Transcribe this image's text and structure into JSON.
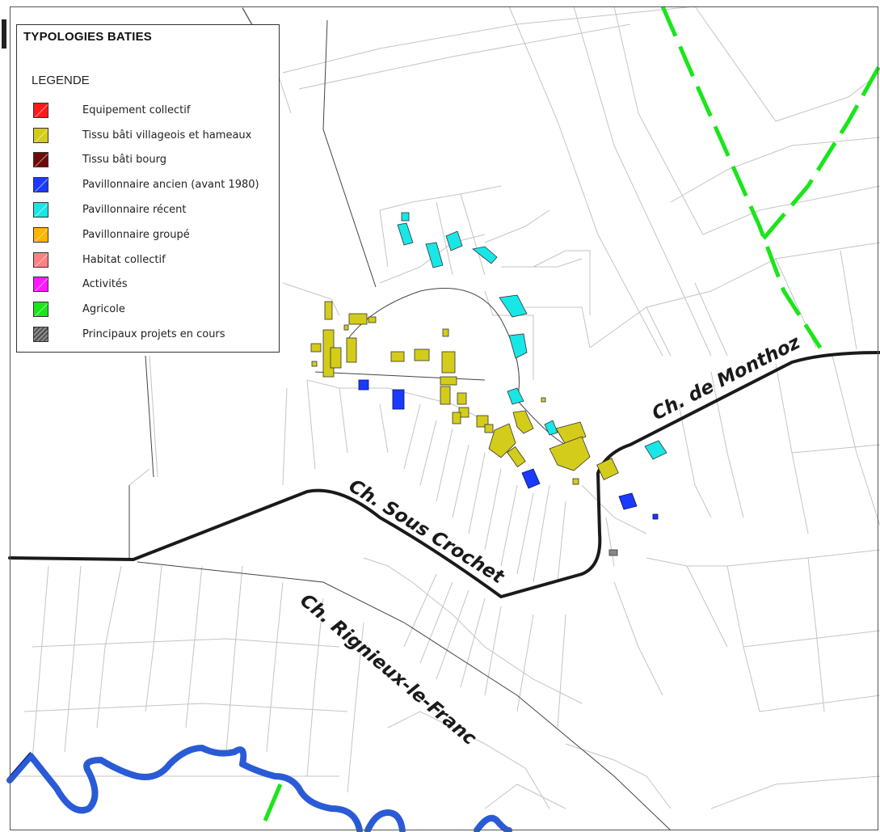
{
  "legend": {
    "title": "TYPOLOGIES BATIES",
    "subtitle": "LEGENDE",
    "items": [
      {
        "label": "Equipement collectif",
        "color": "#ff1a1a"
      },
      {
        "label": "Tissu bâti villageois et hameaux",
        "color": "#d4cc1a"
      },
      {
        "label": "Tissu bâti bourg",
        "color": "#6e0a0a"
      },
      {
        "label": "Pavillonnaire ancien (avant 1980)",
        "color": "#1a3aff"
      },
      {
        "label": "Pavillonnaire récent",
        "color": "#19e6e6"
      },
      {
        "label": "Pavillonnaire groupé",
        "color": "#ffb400"
      },
      {
        "label": "Habitat collectif",
        "color": "#ff8080"
      },
      {
        "label": "Activités",
        "color": "#ff19ff"
      },
      {
        "label": "Agricole",
        "color": "#19e619"
      },
      {
        "label": "Principaux projets en cours",
        "color": "#888888"
      }
    ]
  },
  "roads": {
    "monthoz": "Ch. de Monthoz",
    "sous_crochet": "Ch. Sous Crochet",
    "rignieux": "Ch. Rignieux-le-Franc"
  },
  "colors": {
    "road": "#1a1a1a",
    "parcel": "#c4c4c4",
    "river": "#2a5bd7",
    "agricultural_path": "#19e619"
  }
}
